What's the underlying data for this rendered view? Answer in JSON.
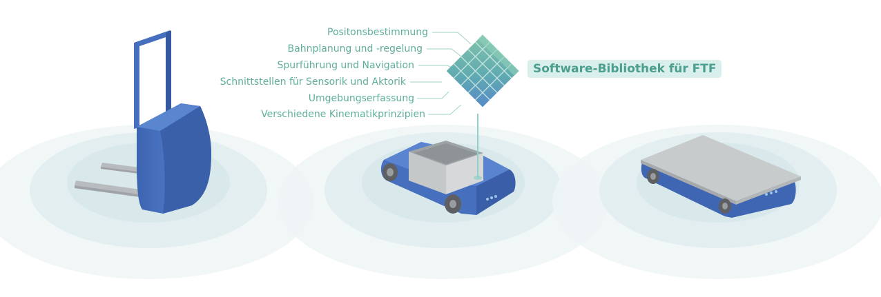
{
  "diagram": {
    "features": [
      "Positonsbestimmung",
      "Bahnplanung und -regelung",
      "Spurführung und Navigation",
      "Schnittstellen für Sensorik und Aktorik",
      "Umgebungserfassung",
      "Verschiedene Kinematikprinzipien"
    ],
    "library_label": "Software-Bibliothek für FTF",
    "vehicles": [
      "forklift-agv",
      "bin-carrier-agv",
      "flat-platform-agv"
    ]
  },
  "colors": {
    "vehicle_blue": "#4670be",
    "vehicle_blue_dark": "#2f5597",
    "wave_ring": "#e3eef0",
    "label_teal": "#5fae9c",
    "badge_bg": "#d9efec",
    "cube_teal": "#6fb7a3",
    "cube_blue": "#5f93c6",
    "tray_gray": "#c8cbcb"
  }
}
